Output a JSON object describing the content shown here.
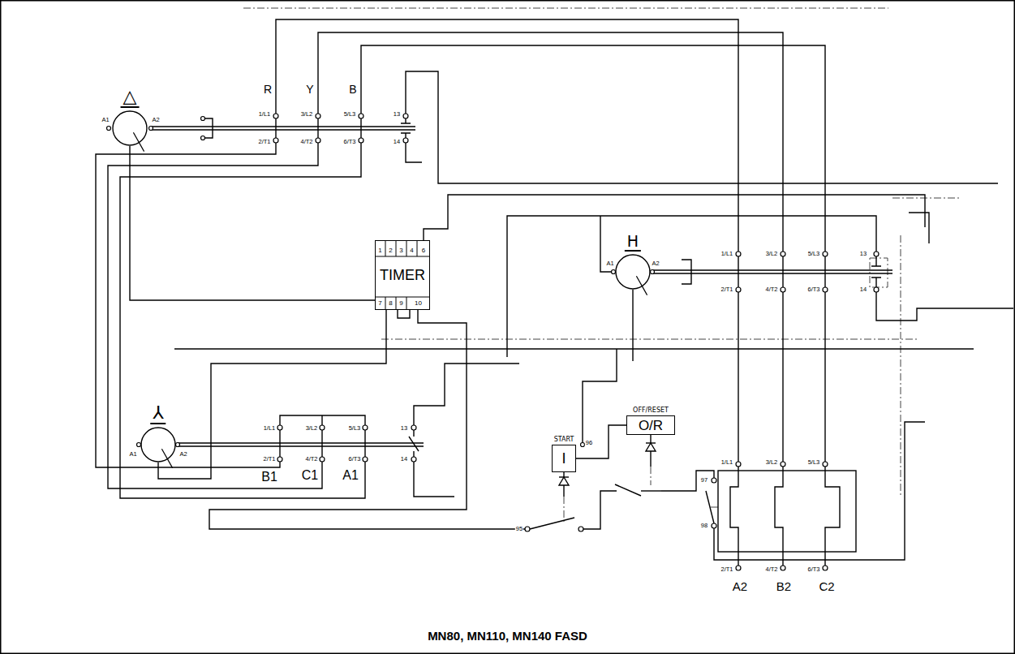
{
  "diagram": {
    "caption": "MN80, MN110, MN140 FASD",
    "nodes": [
      {
        "text": [
          "△"
        ]
      },
      {
        "text": [
          "TIMER"
        ]
      },
      {
        "text": [
          "H"
        ]
      },
      {
        "text": [
          "⅄"
        ]
      },
      {
        "text": [
          "START",
          "I"
        ]
      },
      {
        "text": [
          "OFF/RESET",
          "O/R"
        ]
      }
    ],
    "edges": [
      {
        "from": 4,
        "to": 5,
        "arrow": "none"
      },
      {
        "from": 1,
        "to": 0,
        "arrow": "none"
      },
      {
        "from": 1,
        "to": 3,
        "arrow": "none"
      }
    ],
    "labels": [
      "R",
      "Y",
      "B",
      "B1",
      "C1",
      "A1",
      "A2",
      "B2",
      "C2",
      "A1",
      "A2",
      "1/L1",
      "3/L2",
      "5/L3",
      "2/T1",
      "4/T2",
      "6/T3",
      "13",
      "14",
      "A1",
      "A2",
      "1/L1",
      "3/L2",
      "5/L3",
      "2/T1",
      "4/T2",
      "6/T3",
      "13",
      "14",
      "A1",
      "A2",
      "1/L1",
      "3/L2",
      "5/L3",
      "2/T1",
      "4/T2",
      "6/T3",
      "13",
      "14",
      "1/L1",
      "3/L2",
      "5/L3",
      "2/T1",
      "4/T2",
      "6/T3",
      "96",
      "95",
      "97",
      "98",
      "1",
      "2",
      "3",
      "4",
      "6",
      "7",
      "8",
      "9",
      "10"
    ]
  }
}
